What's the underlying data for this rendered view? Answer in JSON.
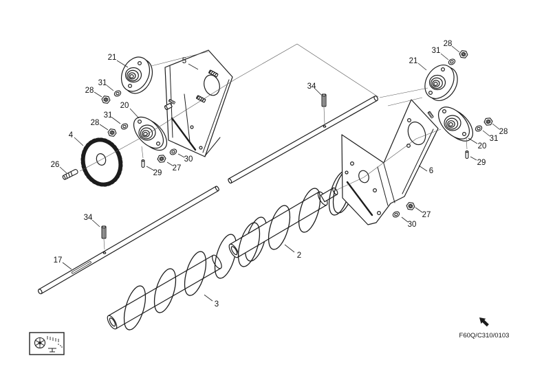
{
  "drawing": {
    "code": "F60Q/C310/0103",
    "callouts": [
      "21",
      "5",
      "28",
      "31",
      "20",
      "31",
      "28",
      "4",
      "26",
      "29",
      "27",
      "30",
      "34",
      "17",
      "3",
      "2",
      "34",
      "6",
      "27",
      "30",
      "28",
      "31",
      "21",
      "28",
      "31",
      "20",
      "29"
    ],
    "icons": {
      "direction_arrow": "nw-arrow",
      "locator": "machine-locator-thumbnail"
    }
  }
}
